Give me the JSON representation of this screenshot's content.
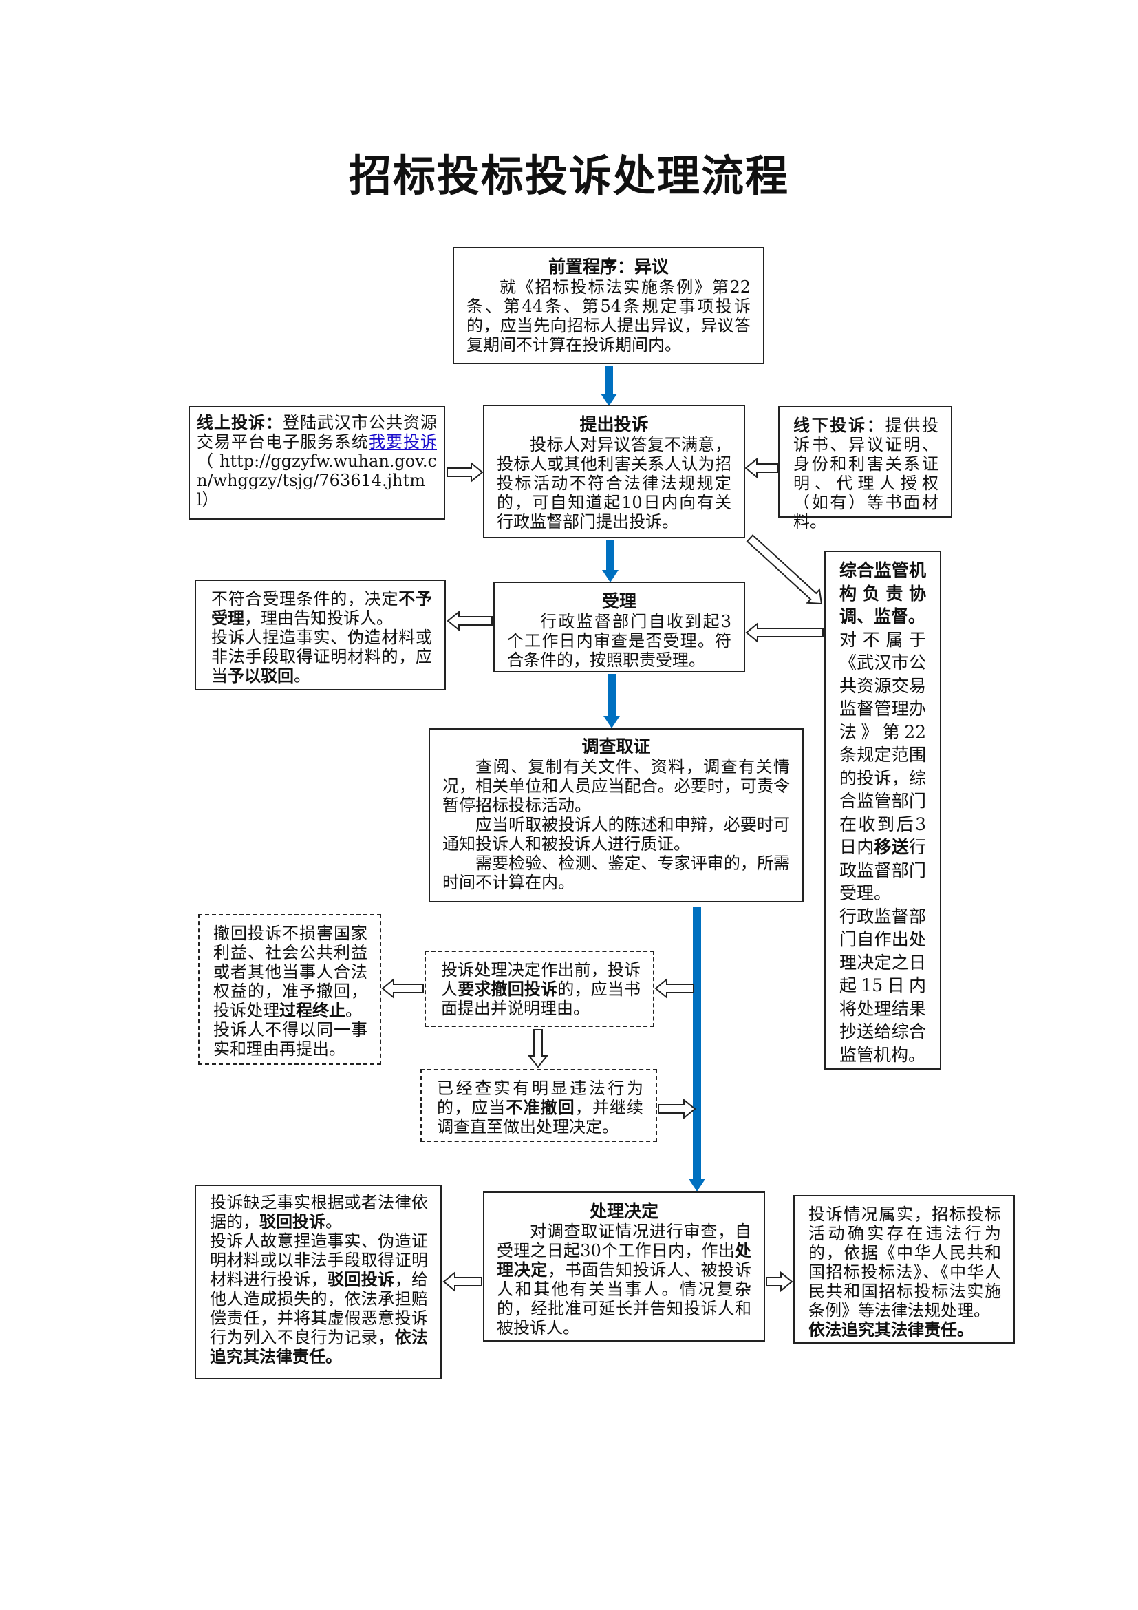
{
  "title": "招标投标投诉处理流程",
  "colors": {
    "accent_blue": "#0070c0",
    "border": "#222222",
    "link": "#1a0dcc"
  },
  "boxes": {
    "objection": {
      "title": "前置程序：异议",
      "paras": [
        {
          "indent": true,
          "segs": [
            {
              "t": "就《招标投标法实施条例》第22条、第44条、第54条规定事项投诉的，应当先向招标人提出异议，异议答复期间不计算在投诉期间内。"
            }
          ]
        }
      ]
    },
    "online": {
      "paras": [
        {
          "indent": false,
          "segs": [
            {
              "t": "线上投诉：",
              "s": "b"
            },
            {
              "t": "登陆武汉市公共资源交易平台电子服务系统"
            },
            {
              "t": "我要投诉",
              "s": "link"
            },
            {
              "t": "（http://ggzyfw.wuhan.gov.cn/whggzy/tsjg/763614.jhtml）"
            }
          ]
        }
      ]
    },
    "submit": {
      "title": "提出投诉",
      "paras": [
        {
          "indent": true,
          "segs": [
            {
              "t": "投标人对异议答复不满意，投标人或其他利害关系人认为招投标活动不符合法律法规规定的，可自知道起10日内向有关行政监督部门提出投诉。"
            }
          ]
        }
      ]
    },
    "offline": {
      "paras": [
        {
          "indent": false,
          "segs": [
            {
              "t": "线下投诉：",
              "s": "b"
            },
            {
              "t": "提供投诉书、异议证明、身份和利害关系证明、代理人授权（如有）等书面材料。"
            }
          ]
        }
      ]
    },
    "reject": {
      "paras": [
        {
          "indent": false,
          "segs": [
            {
              "t": "不符合受理条件的，决定"
            },
            {
              "t": "不予受理",
              "s": "b"
            },
            {
              "t": "，理由告知投诉人。"
            }
          ]
        },
        {
          "indent": false,
          "segs": [
            {
              "t": "投诉人捏造事实、伪造材料或非法手段取得证明材料的，应当"
            },
            {
              "t": "予以驳回",
              "s": "b"
            },
            {
              "t": "。"
            }
          ]
        }
      ]
    },
    "accept": {
      "title": "受理",
      "paras": [
        {
          "indent": true,
          "segs": [
            {
              "t": "行政监督部门自收到起3个工作日内审查是否受理。符合条件的，按照职责受理。"
            }
          ]
        }
      ]
    },
    "supervision": {
      "paras": [
        {
          "indent": false,
          "segs": [
            {
              "t": "综合监管机构负责协调、监督。",
              "s": "b"
            }
          ]
        },
        {
          "indent": false,
          "segs": [
            {
              "t": "对不属于《武汉市公共资源交易监督管理办法》第22条规定范围的投诉，综合监管部门在收到后3日内"
            },
            {
              "t": "移送",
              "s": "b"
            },
            {
              "t": "行政监督部门受理。"
            }
          ]
        },
        {
          "indent": false,
          "segs": [
            {
              "t": "行政监督部门自作出处理决定之日起15日内将处理结果抄送给综合监管机构。"
            }
          ]
        }
      ]
    },
    "investigate": {
      "title": "调查取证",
      "paras": [
        {
          "indent": true,
          "segs": [
            {
              "t": "查阅、复制有关文件、资料，调查有关情况，相关单位和人员应当配合。必要时，可责令暂停招标投标活动。"
            }
          ]
        },
        {
          "indent": true,
          "segs": [
            {
              "t": "应当听取被投诉人的陈述和申辩，必要时可通知投诉人和被投诉人进行质证。"
            }
          ]
        },
        {
          "indent": true,
          "segs": [
            {
              "t": "需要检验、检测、鉴定、专家评审的，所需时间不计算在内。"
            }
          ]
        }
      ]
    },
    "withdrawn": {
      "paras": [
        {
          "indent": false,
          "segs": [
            {
              "t": "撤回投诉不损害国家利益、社会公共利益或者其他当事人合法权益的，准予撤回，投诉处理"
            },
            {
              "t": "过程终止",
              "s": "b"
            },
            {
              "t": "。"
            }
          ]
        },
        {
          "indent": false,
          "segs": [
            {
              "t": "投诉人不得以同一事实和理由再提出。"
            }
          ]
        }
      ]
    },
    "withdraw_request": {
      "paras": [
        {
          "indent": false,
          "segs": [
            {
              "t": "投诉处理决定作出前，投诉人"
            },
            {
              "t": "要求撤回投诉",
              "s": "b"
            },
            {
              "t": "的，应当书面提出并说明理由。"
            }
          ]
        }
      ]
    },
    "withdraw_denied": {
      "paras": [
        {
          "indent": false,
          "segs": [
            {
              "t": "已经查实有明显违法行为的，应当"
            },
            {
              "t": "不准撤回",
              "s": "b"
            },
            {
              "t": "，并继续调查直至做出处理决定。"
            }
          ]
        }
      ]
    },
    "dismiss": {
      "paras": [
        {
          "indent": false,
          "segs": [
            {
              "t": "投诉缺乏事实根据或者法律依据的，"
            },
            {
              "t": "驳回投诉",
              "s": "b"
            },
            {
              "t": "。"
            }
          ]
        },
        {
          "indent": false,
          "segs": [
            {
              "t": "投诉人故意捏造事实、伪造证明材料或以非法手段取得证明材料进行投诉，"
            },
            {
              "t": "驳回投诉",
              "s": "b"
            },
            {
              "t": "，给他人造成损失的，依法承担赔偿责任，并将其虚假恶意投诉行为列入不良行为记录，"
            },
            {
              "t": "依法追究其法律责任。",
              "s": "b"
            }
          ]
        }
      ]
    },
    "decision": {
      "title": "处理决定",
      "paras": [
        {
          "indent": true,
          "segs": [
            {
              "t": "对调查取证情况进行审查，自受理之日起30个工作日内，作出"
            },
            {
              "t": "处理决定",
              "s": "b"
            },
            {
              "t": "，书面告知投诉人、被投诉人和其他有关当事人。情况复杂的，经批准可延长并告知投诉人和被投诉人。"
            }
          ]
        }
      ]
    },
    "violation": {
      "paras": [
        {
          "indent": false,
          "segs": [
            {
              "t": "投诉情况属实，招标投标活动确实存在违法行为的，依据《中华人民共和国招标投标法》、《中华人民共和国招标投标法实施条例》等法律法规处理。"
            }
          ]
        },
        {
          "indent": false,
          "segs": [
            {
              "t": "依法追究其法律责任。",
              "s": "b"
            }
          ]
        }
      ]
    }
  }
}
